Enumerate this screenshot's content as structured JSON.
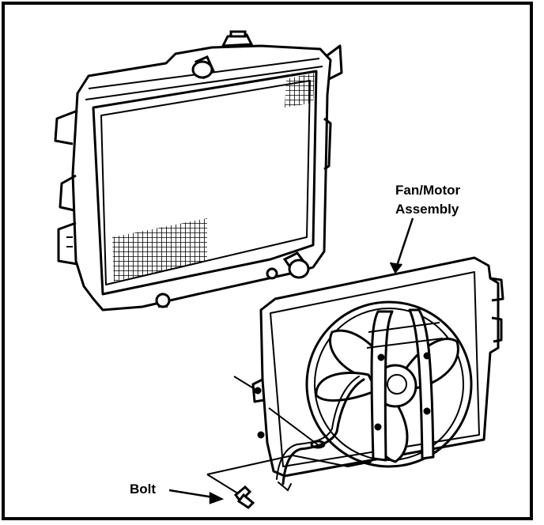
{
  "labels": {
    "fan_motor_line1": "Fan/Motor",
    "fan_motor_line2": "Assembly",
    "bolt": "Bolt"
  },
  "colors": {
    "ink": "#000000",
    "paper": "#ffffff"
  }
}
